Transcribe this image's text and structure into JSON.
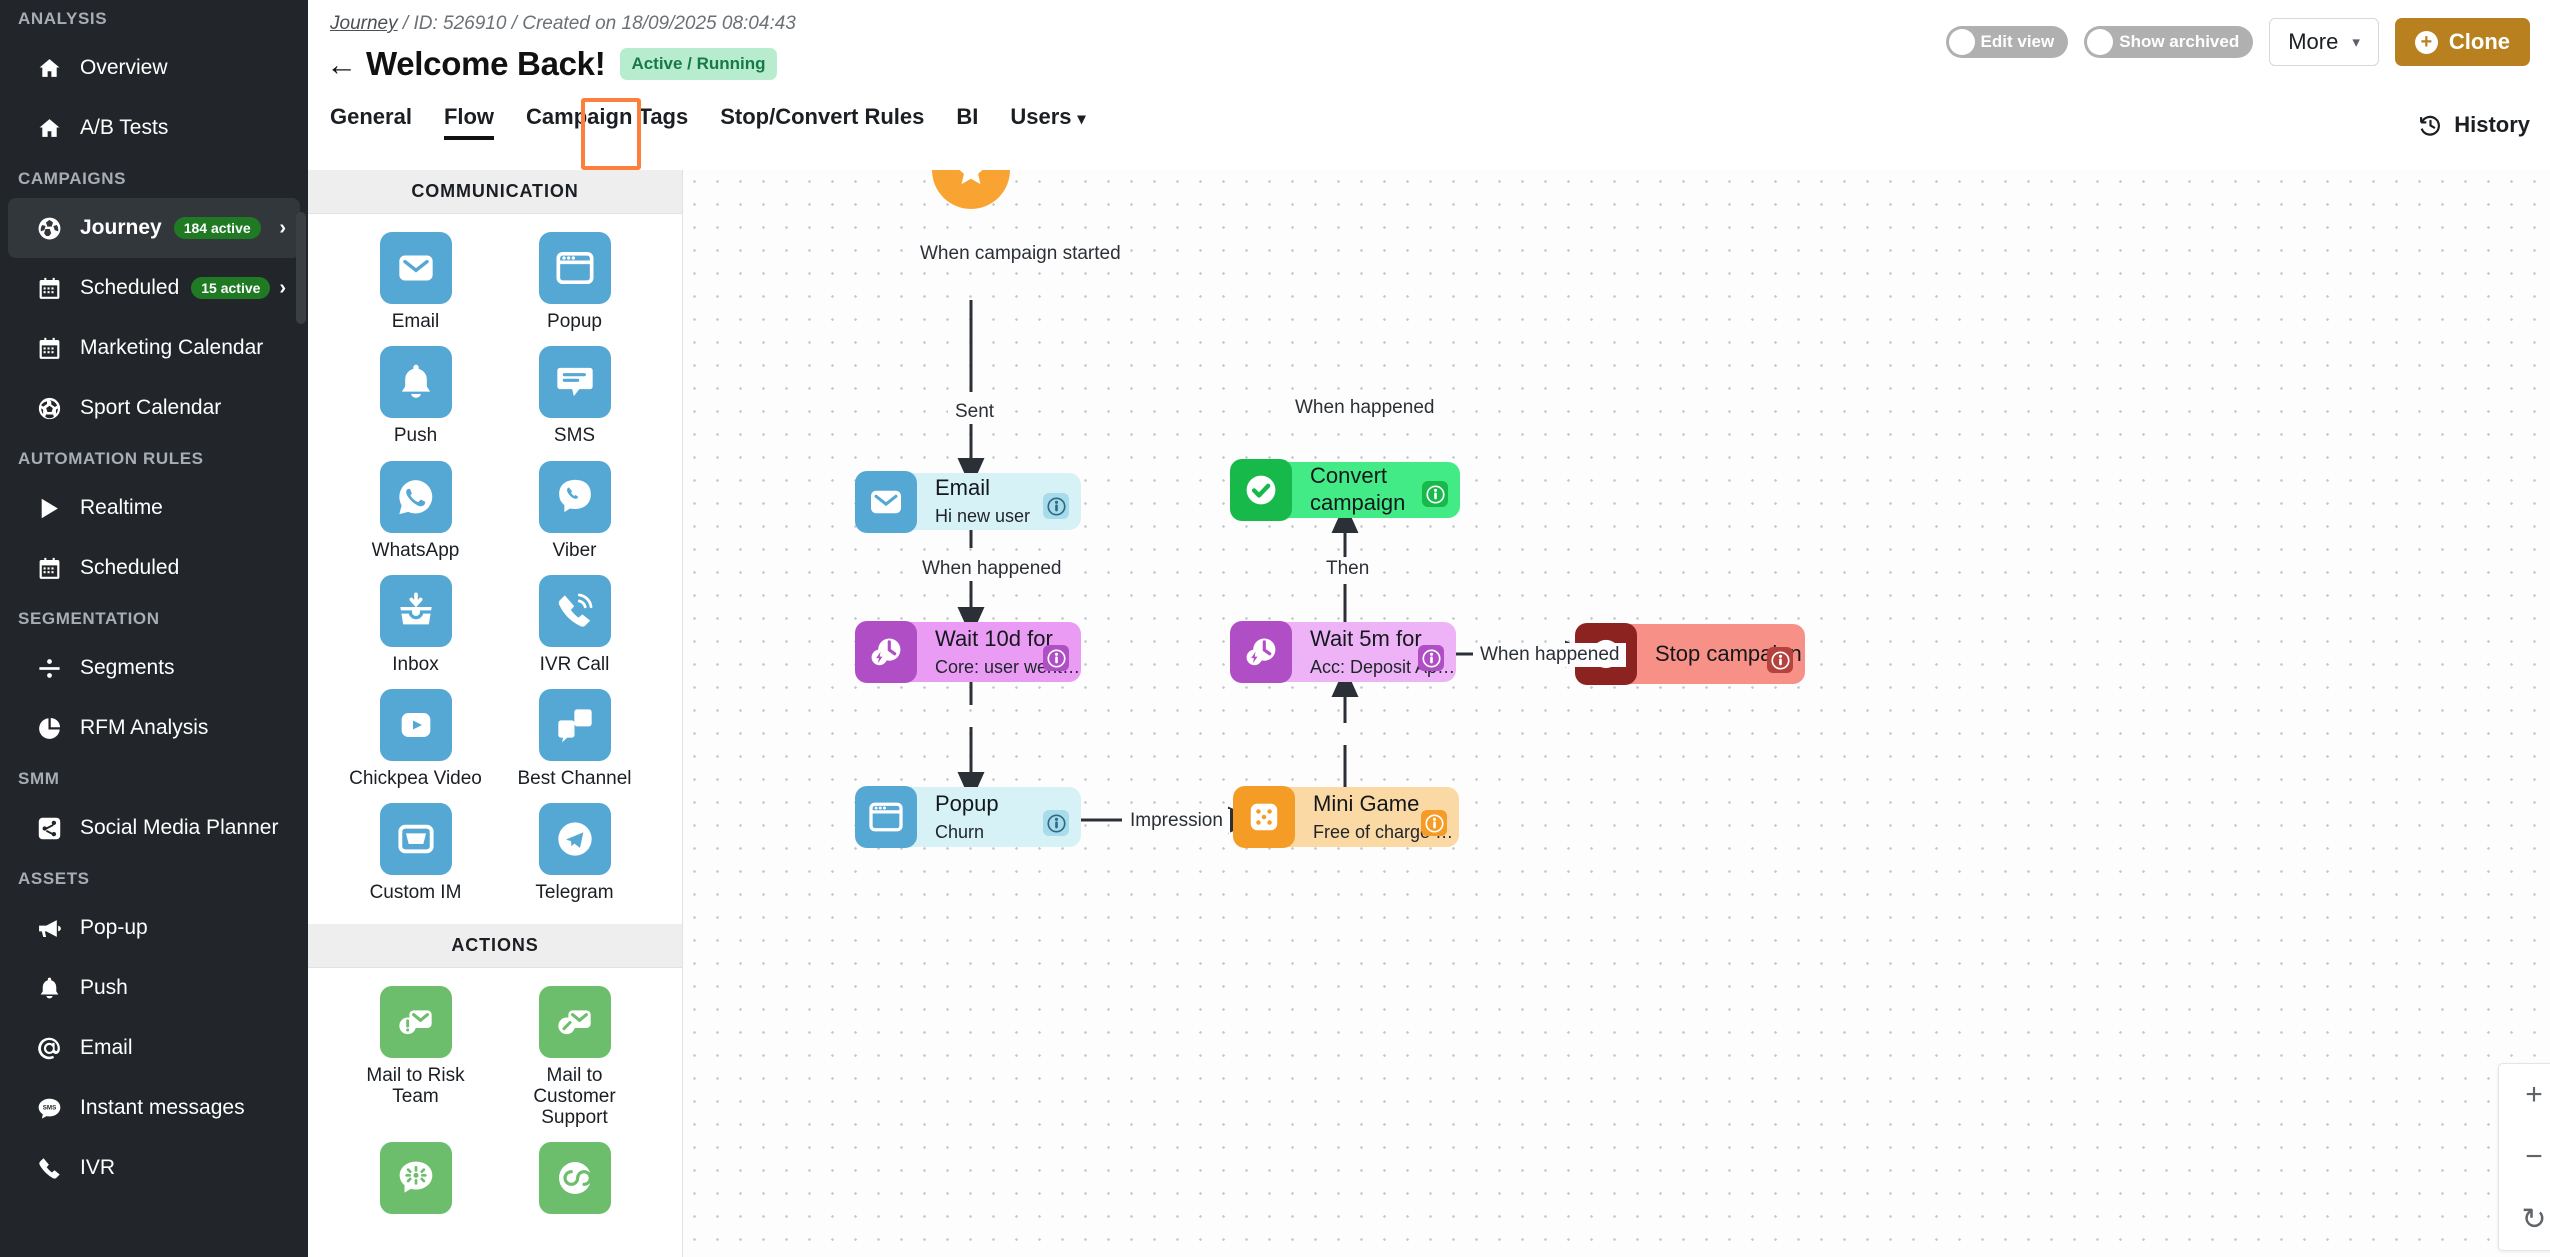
{
  "sidebar": {
    "sections": [
      {
        "title": "ANALYSIS",
        "items": [
          {
            "label": "Overview",
            "icon": "home-icon",
            "badge": null,
            "chevron": false,
            "active": false
          },
          {
            "label": "A/B Tests",
            "icon": "home-icon",
            "badge": null,
            "chevron": false,
            "active": false
          }
        ]
      },
      {
        "title": "CAMPAIGNS",
        "items": [
          {
            "label": "Journey",
            "icon": "globe-icon",
            "badge": "184 active",
            "chevron": true,
            "active": true
          },
          {
            "label": "Scheduled",
            "icon": "calendar-icon",
            "badge": "15 active",
            "chevron": true,
            "active": false
          },
          {
            "label": "Marketing Calendar",
            "icon": "calendar-icon",
            "badge": null,
            "chevron": false,
            "active": false
          },
          {
            "label": "Sport Calendar",
            "icon": "football-icon",
            "badge": null,
            "chevron": false,
            "active": false
          }
        ]
      },
      {
        "title": "AUTOMATION RULES",
        "items": [
          {
            "label": "Realtime",
            "icon": "play-icon",
            "badge": null,
            "chevron": false,
            "active": false
          },
          {
            "label": "Scheduled",
            "icon": "calendar-icon",
            "badge": null,
            "chevron": false,
            "active": false
          }
        ]
      },
      {
        "title": "SEGMENTATION",
        "items": [
          {
            "label": "Segments",
            "icon": "divide-icon",
            "badge": null,
            "chevron": false,
            "active": false
          },
          {
            "label": "RFM Analysis",
            "icon": "pie-chart-icon",
            "badge": null,
            "chevron": false,
            "active": false
          }
        ]
      },
      {
        "title": "SMM",
        "items": [
          {
            "label": "Social Media Planner",
            "icon": "share-icon",
            "badge": null,
            "chevron": false,
            "active": false
          }
        ]
      },
      {
        "title": "ASSETS",
        "items": [
          {
            "label": "Pop-up",
            "icon": "megaphone-icon",
            "badge": null,
            "chevron": false,
            "active": false
          },
          {
            "label": "Push",
            "icon": "bell-icon",
            "badge": null,
            "chevron": false,
            "active": false
          },
          {
            "label": "Email",
            "icon": "at-sign-icon",
            "badge": null,
            "chevron": false,
            "active": false
          },
          {
            "label": "Instant messages",
            "icon": "sms-bubble-icon",
            "badge": null,
            "chevron": false,
            "active": false
          },
          {
            "label": "IVR",
            "icon": "phone-icon",
            "badge": null,
            "chevron": false,
            "active": false
          }
        ]
      }
    ]
  },
  "header": {
    "breadcrumb_link": "Journey",
    "breadcrumb_rest": " /  ID: 526910  /  Created on 18/09/2025 08:04:43",
    "back_arrow": "←",
    "title": "Welcome Back!",
    "status": "Active / Running",
    "toggles": [
      {
        "label": "Edit view",
        "on": false
      },
      {
        "label": "Show archived",
        "on": false
      }
    ],
    "more_label": "More",
    "clone_label": "Clone",
    "history_label": "History",
    "tabs": [
      {
        "label": "General",
        "active": false,
        "caret": false
      },
      {
        "label": "Flow",
        "active": true,
        "caret": false
      },
      {
        "label": "Campaign Tags",
        "active": false,
        "caret": false
      },
      {
        "label": "Stop/Convert Rules",
        "active": false,
        "caret": false
      },
      {
        "label": "BI",
        "active": false,
        "caret": false
      },
      {
        "label": "Users",
        "active": false,
        "caret": true
      }
    ]
  },
  "palette": {
    "groups": [
      {
        "title": "COMMUNICATION",
        "color": "#55a8d4",
        "items": [
          {
            "label": "Email",
            "icon": "envelope-icon"
          },
          {
            "label": "Popup",
            "icon": "browser-window-icon"
          },
          {
            "label": "Push",
            "icon": "bell-icon"
          },
          {
            "label": "SMS",
            "icon": "chat-bubble-icon"
          },
          {
            "label": "WhatsApp",
            "icon": "whatsapp-icon"
          },
          {
            "label": "Viber",
            "icon": "viber-icon"
          },
          {
            "label": "Inbox",
            "icon": "inbox-download-icon"
          },
          {
            "label": "IVR Call",
            "icon": "phone-ring-icon"
          },
          {
            "label": "Chickpea Video",
            "icon": "video-play-icon"
          },
          {
            "label": "Best Channel",
            "icon": "double-chat-icon"
          },
          {
            "label": "Custom IM",
            "icon": "tray-icon"
          },
          {
            "label": "Telegram",
            "icon": "telegram-icon"
          }
        ]
      },
      {
        "title": "ACTIONS",
        "color": "#6cbe6c",
        "items": [
          {
            "label": "Mail to Risk Team",
            "icon": "mail-alert-icon"
          },
          {
            "label": "Mail to Customer Support",
            "icon": "mail-edit-icon"
          },
          {
            "label": "",
            "icon": "slack-icon"
          },
          {
            "label": "",
            "icon": "link-loop-icon"
          }
        ]
      }
    ]
  },
  "flow": {
    "start_node": {
      "icon": "star-icon",
      "color": "#f9a333"
    },
    "nodes": [
      {
        "id": "email",
        "title": "Email",
        "subtitle": "Hi new user",
        "icon": "envelope-icon",
        "bg": "#d7f2f7",
        "icon_bg": "#55a8d4",
        "info_bg": "#a8dcea",
        "info_color": "#2b6b86"
      },
      {
        "id": "wait10d",
        "title": "Wait 10d for",
        "subtitle": "Core: user went online",
        "icon": "wait-clock-icon",
        "bg": "#ea9cf5",
        "icon_bg": "#b04ec6",
        "info_bg": "#b04ec6",
        "info_color": "#ffffff"
      },
      {
        "id": "popup",
        "title": "Popup",
        "subtitle": "Churn",
        "icon": "browser-window-icon",
        "bg": "#d7f2f7",
        "icon_bg": "#55a8d4",
        "info_bg": "#a8dcea",
        "info_color": "#2b6b86"
      },
      {
        "id": "convert",
        "title": "Convert campaign",
        "subtitle": "",
        "icon": "check-circle-icon",
        "bg": "#42eb86",
        "icon_bg": "#16b94a",
        "info_bg": "#16b94a",
        "info_color": "#ffffff"
      },
      {
        "id": "wait5m",
        "title": "Wait 5m for",
        "subtitle": "Acc: Deposit Approved",
        "icon": "wait-clock-icon",
        "bg": "#eeb3f7",
        "icon_bg": "#b04ec6",
        "info_bg": "#b04ec6",
        "info_color": "#ffffff"
      },
      {
        "id": "minigame",
        "title": "Mini Game",
        "subtitle": "Free of charge spin(s) on Dail...",
        "icon": "dice-icon",
        "bg": "#fbd9a4",
        "icon_bg": "#f59c26",
        "info_bg": "#f59c26",
        "info_color": "#ffffff"
      },
      {
        "id": "stop",
        "title": "Stop campaign",
        "subtitle": "",
        "icon": "stop-circle-icon",
        "bg": "#f79087",
        "icon_bg": "#8c2320",
        "info_bg": "#b5423c",
        "info_color": "#ffffff"
      }
    ],
    "edge_labels": [
      {
        "id": "e1",
        "text": "When campaign started"
      },
      {
        "id": "e2",
        "text": "Sent"
      },
      {
        "id": "e3",
        "text": "When happened"
      },
      {
        "id": "e4",
        "text": "Impression"
      },
      {
        "id": "e5",
        "text": "Then"
      },
      {
        "id": "e6",
        "text": "When happened"
      },
      {
        "id": "e7",
        "text": "When happened"
      }
    ],
    "zoom_controls": {
      "zoom_in": "+",
      "zoom_out": "−",
      "reset": "↻"
    }
  }
}
